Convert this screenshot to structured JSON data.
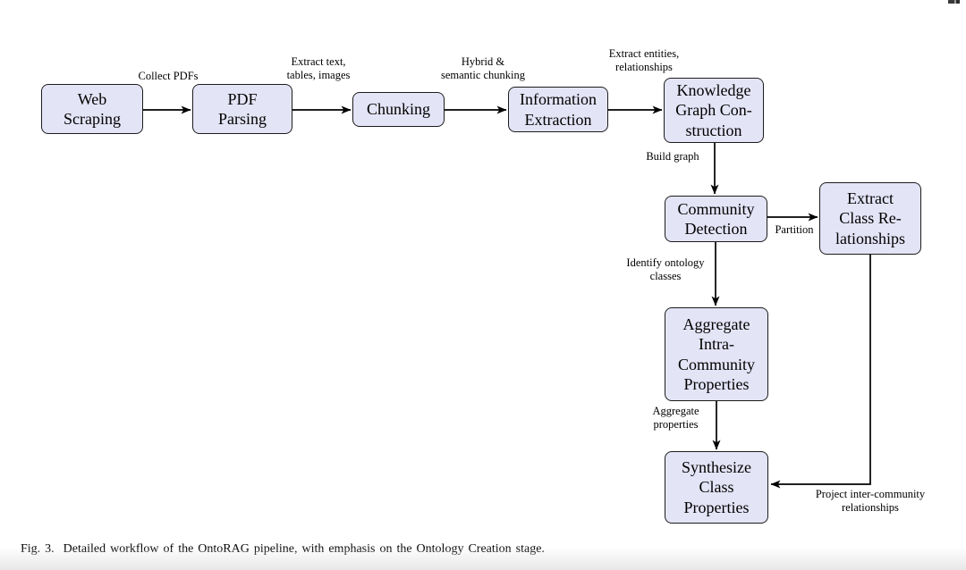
{
  "figure": {
    "caption": "Fig. 3.  Detailed workflow of the OntoRAG pipeline, with emphasis on the Ontology Creation stage."
  },
  "diagram": {
    "colors": {
      "node_fill": "#e4e4f7",
      "node_border": "#1c1c1c",
      "arrow": "#000000",
      "background": "#ffffff"
    },
    "nodes": {
      "web_scraping": "Web\nScraping",
      "pdf_parsing": "PDF\nParsing",
      "chunking": "Chunking",
      "information_extraction": "Information\nExtraction",
      "knowledge_graph_construction": "Knowledge\nGraph Con-\nstruction",
      "community_detection": "Community\nDetection",
      "extract_class_relationships": "Extract\nClass Re-\nlationships",
      "aggregate_intra_community_properties": "Aggregate\nIntra-\nCommunity\nProperties",
      "synthesize_class_properties": "Synthesize\nClass\nProperties"
    },
    "edge_labels": {
      "collect_pdfs": "Collect PDFs",
      "extract_text_tables_images": "Extract text,\ntables, images",
      "hybrid_semantic_chunking": "Hybrid &\nsemantic chunking",
      "extract_entities_relationships": "Extract entities,\nrelationships",
      "build_graph": "Build graph",
      "partition": "Partition",
      "identify_ontology_classes": "Identify ontology\nclasses",
      "aggregate_properties": "Aggregate\nproperties",
      "project_inter_community_relationships": "Project inter-community\nrelationships"
    }
  }
}
